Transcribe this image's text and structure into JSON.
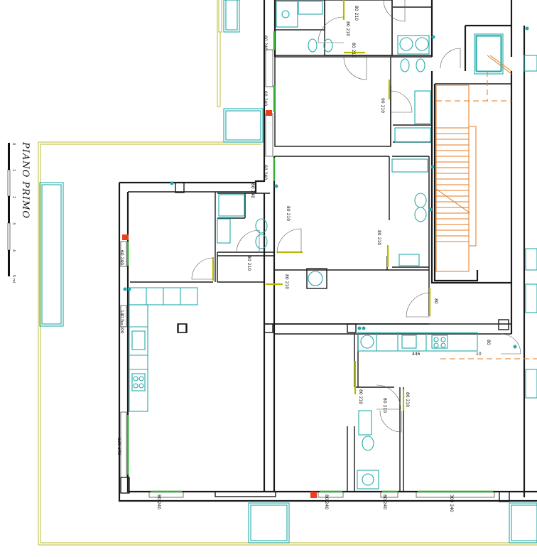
{
  "plan": {
    "title": "PIANO PRIMO",
    "scale_ticks": [
      "0",
      "1",
      "2",
      "3",
      "4",
      "5 ml"
    ],
    "dimensions": [
      {
        "id": "d1",
        "line1": "80",
        "line2": "210"
      },
      {
        "id": "d2",
        "line1": "80",
        "line2": "210"
      },
      {
        "id": "d3",
        "line1": "60",
        "line2": "240"
      },
      {
        "id": "d4",
        "line1": "80",
        "line2": "210"
      },
      {
        "id": "d5",
        "line1": "60",
        "line2": "240"
      },
      {
        "id": "d6",
        "line1": "60",
        "line2": "240"
      },
      {
        "id": "d7",
        "line1": "90",
        "line2": "210"
      },
      {
        "id": "d8",
        "line1": "80",
        "line2": "240"
      },
      {
        "id": "d9",
        "line1": "80",
        "line2": "210"
      },
      {
        "id": "d10",
        "line1": "80",
        "line2": "210"
      },
      {
        "id": "d11",
        "line1": "80",
        "line2": "210"
      },
      {
        "id": "d12",
        "line1": "80",
        "line2": "210"
      },
      {
        "id": "d13",
        "line1": "60",
        "line2": "240"
      },
      {
        "id": "d14",
        "line1": "140",
        "line2": "h=100"
      },
      {
        "id": "d15",
        "line1": "80",
        "line2": ""
      },
      {
        "id": "d16",
        "line1": "446",
        "line2": ""
      },
      {
        "id": "d17",
        "line1": "10",
        "line2": ""
      },
      {
        "id": "d18",
        "line1": "80",
        "line2": ""
      },
      {
        "id": "d19",
        "line1": "80",
        "line2": "210"
      },
      {
        "id": "d20",
        "line1": "80",
        "line2": "210"
      },
      {
        "id": "d21",
        "line1": "80",
        "line2": "210"
      },
      {
        "id": "d22",
        "line1": "120",
        "line2": "240"
      },
      {
        "id": "d23",
        "line1": "80",
        "line2": "240"
      },
      {
        "id": "d24",
        "line1": "80",
        "line2": "240"
      },
      {
        "id": "d25",
        "line1": "80",
        "line2": "240"
      },
      {
        "id": "d26",
        "line1": "300",
        "line2": "240"
      }
    ]
  }
}
